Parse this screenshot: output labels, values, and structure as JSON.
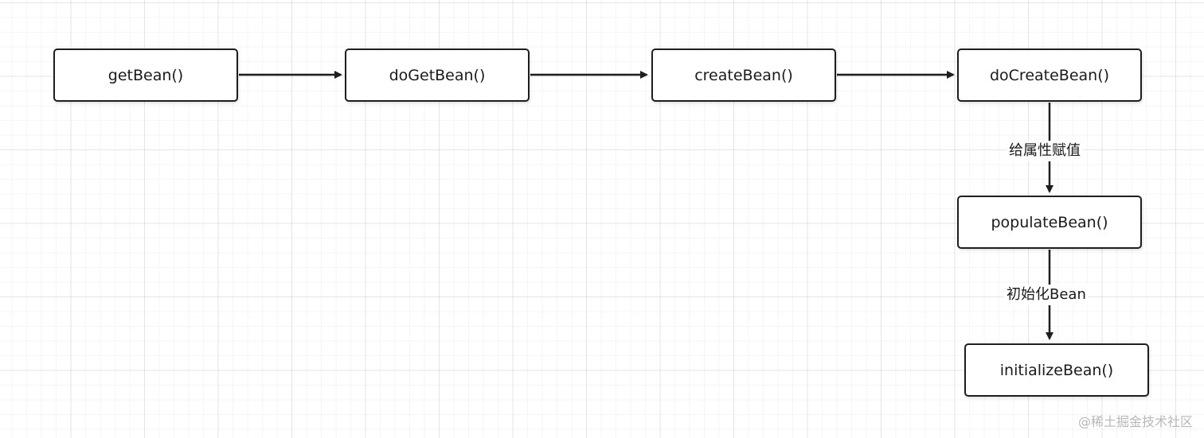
{
  "diagram": {
    "nodes": {
      "getBean": "getBean()",
      "doGetBean": "doGetBean()",
      "createBean": "createBean()",
      "doCreateBean": "doCreateBean()",
      "populateBean": "populateBean()",
      "initializeBean": "initializeBean()"
    },
    "edge_labels": {
      "doCreateBean_to_populateBean": "给属性赋值",
      "populateBean_to_initializeBean": "初始化Bean"
    },
    "edges": [
      {
        "from": "getBean",
        "to": "doGetBean"
      },
      {
        "from": "doGetBean",
        "to": "createBean"
      },
      {
        "from": "createBean",
        "to": "doCreateBean"
      },
      {
        "from": "doCreateBean",
        "to": "populateBean",
        "label": "给属性赋值"
      },
      {
        "from": "populateBean",
        "to": "initializeBean",
        "label": "初始化Bean"
      }
    ]
  },
  "watermark": "@稀土掘金技术社区",
  "colors": {
    "stroke": "#1e1e1e",
    "grid": "#e6e6e6",
    "background": "#ffffff",
    "watermark": "#b8b8b8"
  }
}
